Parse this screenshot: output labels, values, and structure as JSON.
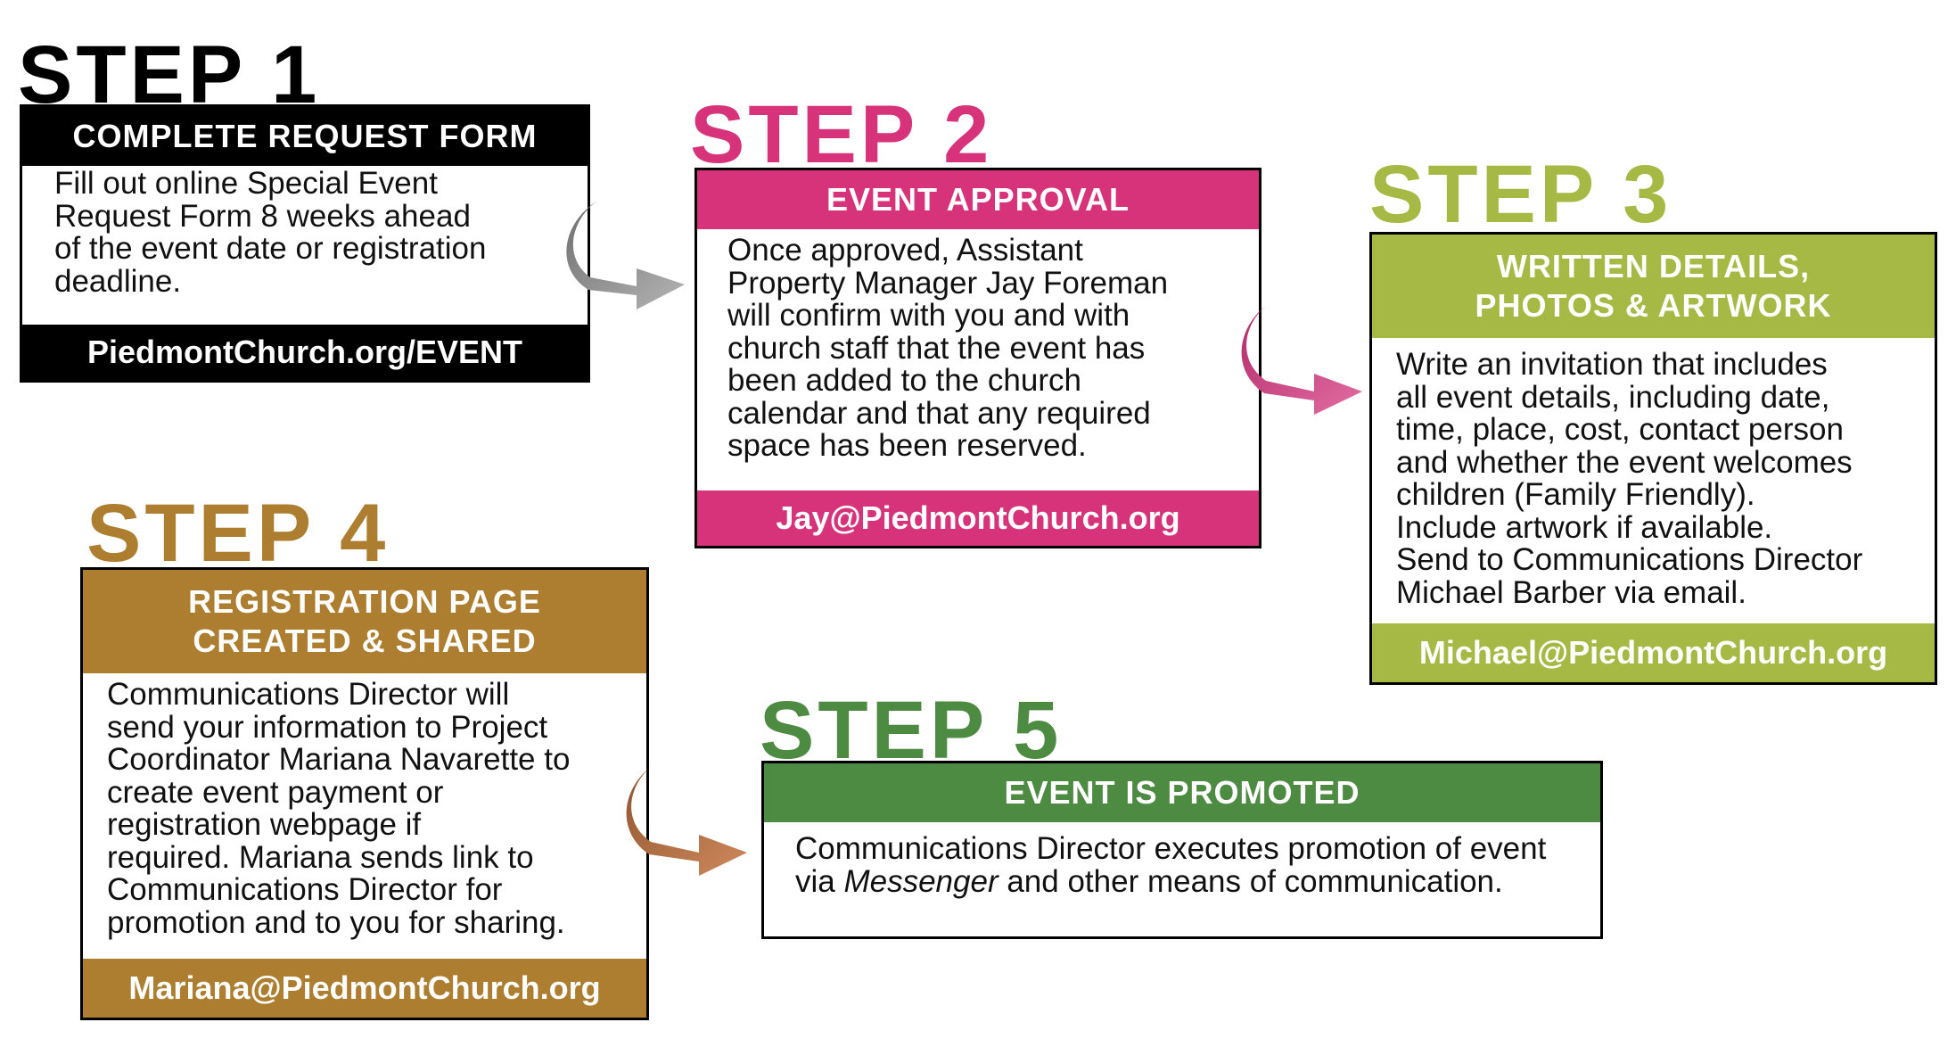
{
  "colors": {
    "step1": "#000000",
    "step2": "#d6337b",
    "step3": "#a6b944",
    "step4": "#ad7e2f",
    "step5": "#4d8a42",
    "arrow1": "#8f8f8f",
    "arrow2": "#d6498b",
    "arrow4": "#b9774a"
  },
  "steps": [
    {
      "title": "STEP 1",
      "header": [
        "COMPLETE REQUEST FORM"
      ],
      "body": [
        "Fill out online Special Event",
        "Request Form 8 weeks ahead",
        "of the event date or registration",
        "deadline."
      ],
      "footer": "PiedmontChurch.org/EVENT"
    },
    {
      "title": "STEP 2",
      "header": [
        "EVENT APPROVAL"
      ],
      "body": [
        "Once approved, Assistant",
        "Property Manager Jay Foreman",
        "will confirm with you and with",
        "church staff that the event has",
        "been added to the church",
        "calendar and that any required",
        "space has been reserved."
      ],
      "footer": "Jay@PiedmontChurch.org"
    },
    {
      "title": "STEP 3",
      "header": [
        "WRITTEN DETAILS,",
        "PHOTOS & ARTWORK"
      ],
      "body": [
        "Write an invitation that includes",
        "all event details, including date,",
        "time, place, cost, contact person",
        "and whether the event welcomes",
        "children (Family Friendly).",
        "Include artwork if available.",
        "Send to Communications Director",
        "Michael Barber via email."
      ],
      "footer": "Michael@PiedmontChurch.org"
    },
    {
      "title": "STEP 4",
      "header": [
        "REGISTRATION PAGE",
        "CREATED & SHARED"
      ],
      "body": [
        "Communications Director will",
        "send your information to Project",
        "Coordinator Mariana Navarette to",
        "create event payment or",
        "registration webpage if",
        "required. Mariana sends link to",
        "Communications Director for",
        "promotion and to you for sharing."
      ],
      "footer": "Mariana@PiedmontChurch.org"
    },
    {
      "title": "STEP 5",
      "header": [
        "EVENT IS PROMOTED"
      ],
      "body_line1": "Communications Director executes promotion of event",
      "body_line2_pre": "via ",
      "body_line2_em": "Messenger",
      "body_line2_post": " and other means of communication."
    }
  ]
}
